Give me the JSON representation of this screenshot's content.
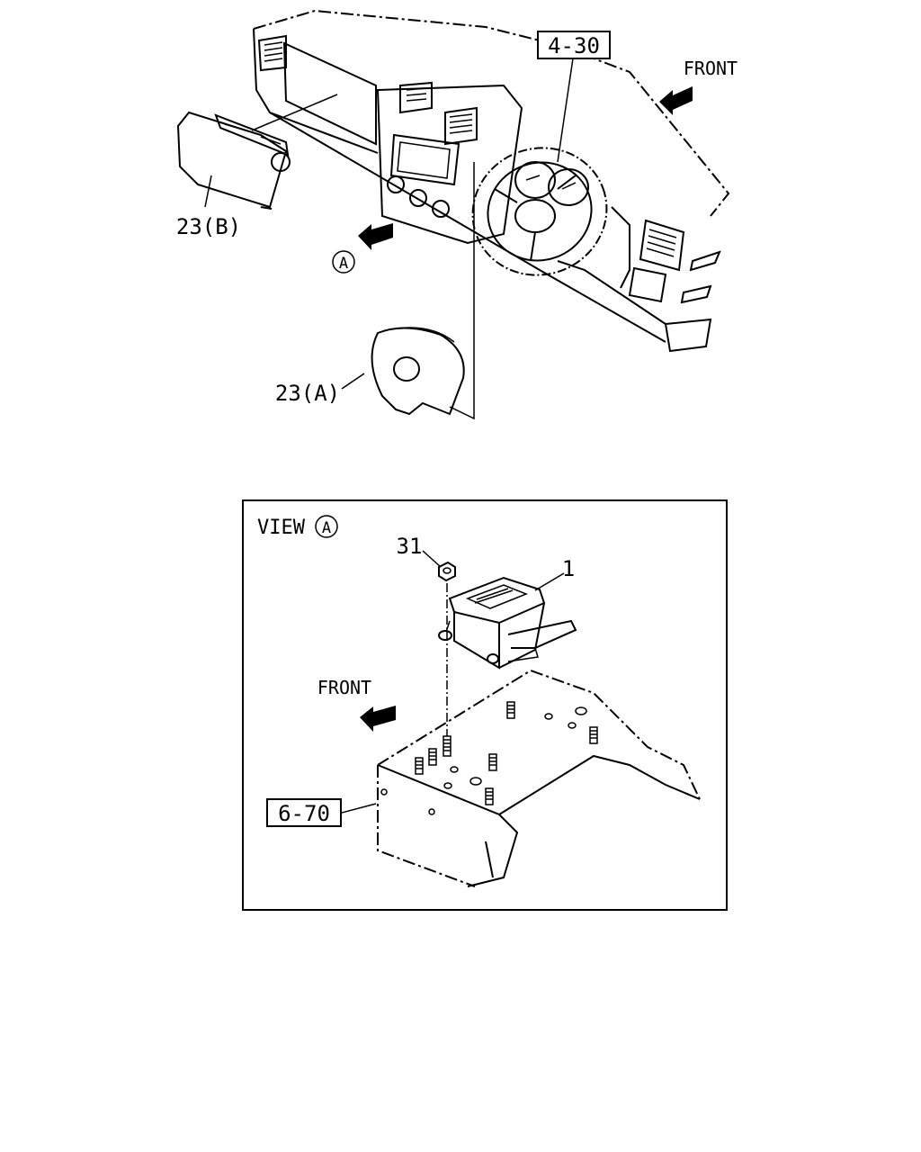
{
  "top_view": {
    "front_label": "FRONT",
    "ref_box_4_30": "4-30",
    "label_23b": "23(B)",
    "label_23a": "23(A)",
    "view_marker": "A"
  },
  "detail_view": {
    "view_title": "VIEW",
    "view_marker": "A",
    "front_label": "FRONT",
    "label_31": "31",
    "label_1": "1",
    "ref_box_6_70": "6-70"
  }
}
